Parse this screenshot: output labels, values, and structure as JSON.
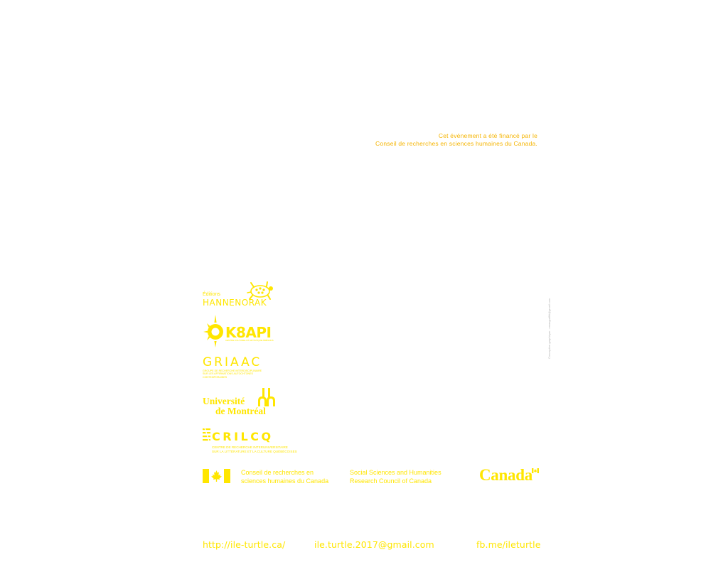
{
  "funding_notice": {
    "line1": "Cet événement a été financé par le",
    "line2": "Conseil de recherches en sciences humaines du Canada."
  },
  "design_credit": "Conception graphique : emaxgraffiti@gmail.com",
  "logos": {
    "hannenorak": {
      "small": "Éditions",
      "big": "HANNENORAK",
      "icon": "turtle-icon"
    },
    "ok8api": {
      "word": "K8API",
      "tagline": "CENTRE CULTUREL ET ARTISTIQUE ABÉNAKIS",
      "icon": "sun-icon"
    },
    "griaac": {
      "word": "GRIAAC",
      "line1": "Groupe de recherche interdisciplinaire",
      "line2": "sur les affirmations autochtones",
      "line3": "contemporaines"
    },
    "udem": {
      "line1": "Université",
      "line2": "de Montréal"
    },
    "crilcq": {
      "word": "CRILCQ",
      "line1": "Centre de recherche interuniversitaire",
      "line2": "sur la littérature et la culture québécoises"
    }
  },
  "crsh": {
    "fr_line1": "Conseil de recherches en",
    "fr_line2": "sciences humaines du Canada",
    "en_line1": "Social Sciences and Humanities",
    "en_line2": "Research Council of Canada",
    "canada_wordmark": "Canada"
  },
  "footer": {
    "website": "http://ile-turtle.ca/",
    "email": "ile.turtle.2017@gmail.com",
    "facebook": "fb.me/ileturtle"
  },
  "colors": {
    "logo_yellow": "#ffe600",
    "notice_orange": "#f5b400",
    "background": "#ffffff"
  }
}
